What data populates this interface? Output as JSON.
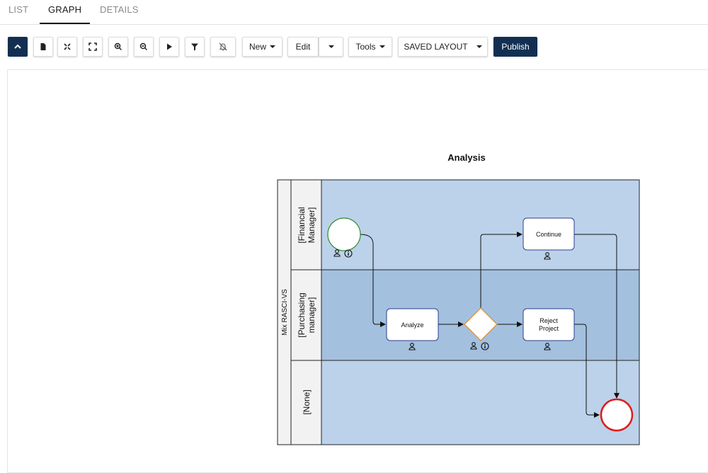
{
  "tabs": [
    {
      "label": "LIST",
      "active": false
    },
    {
      "label": "GRAPH",
      "active": true
    },
    {
      "label": "DETAILS",
      "active": false
    }
  ],
  "toolbar": {
    "icons": [
      "chevron-up-icon",
      "file-icon",
      "collapse-arrows-icon",
      "fullscreen-icon",
      "zoom-in-icon",
      "zoom-out-icon",
      "play-icon",
      "filter-icon",
      "notifications-off-icon"
    ],
    "new_label": "New",
    "edit_label": "Edit",
    "tools_label": "Tools",
    "layout_label": "SAVED LAYOUT",
    "publish_label": "Publish"
  },
  "diagram": {
    "title": "Analysis",
    "pool_label": "Mix RASCI-VS",
    "lanes": [
      {
        "label1": "[Financial",
        "label2": "Manager]",
        "color": "#bcd2ea"
      },
      {
        "label1": "[Purchasing",
        "label2": "manager]",
        "color": "#a3c0de"
      },
      {
        "label1": "[None]",
        "label2": "",
        "color": "#bcd2ea"
      }
    ],
    "tasks": [
      {
        "id": "analyze",
        "label1": "Analyze",
        "label2": ""
      },
      {
        "id": "continue",
        "label1": "Continue",
        "label2": ""
      },
      {
        "id": "reject",
        "label1": "Reject",
        "label2": "Project"
      }
    ],
    "start_event_color": "#2e8b2e",
    "end_event_color": "#e01b1b",
    "gateway_color": "#d9923a"
  }
}
